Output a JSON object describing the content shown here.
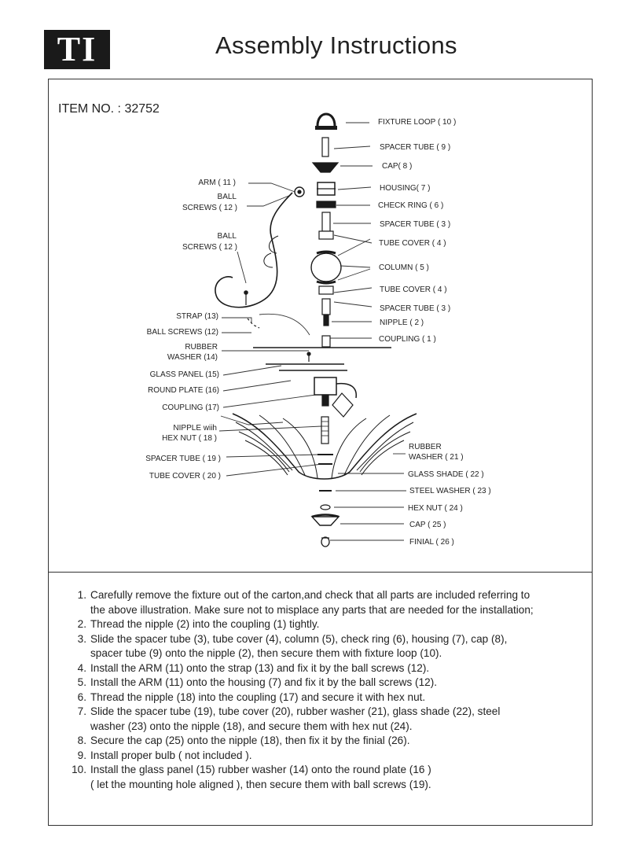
{
  "header": {
    "logo_text": "TI",
    "title": "Assembly  Instructions"
  },
  "item_no": "ITEM NO. :  32752",
  "parts": [
    {
      "label": "FIXTURE  LOOP  ( 10 )"
    },
    {
      "label": "SPACER TUBE  ( 9 )"
    },
    {
      "label": "CAP( 8 )"
    },
    {
      "label": "HOUSING( 7 )"
    },
    {
      "label": "CHECK RING ( 6 )"
    },
    {
      "label": "SPACER TUBE  ( 3 )"
    },
    {
      "label": "TUBE COVER ( 4 )"
    },
    {
      "label": "COLUMN ( 5 )"
    },
    {
      "label": "TUBE COVER ( 4 )"
    },
    {
      "label": "SPACER TUBE  ( 3 )"
    },
    {
      "label": "NIPPLE  ( 2 )"
    },
    {
      "label": "COUPLING  ( 1 )"
    },
    {
      "label": "ARM ( 11 )"
    },
    {
      "label": "BALL"
    },
    {
      "label": "SCREWS ( 12 )"
    },
    {
      "label": "BALL"
    },
    {
      "label": "SCREWS ( 12 )"
    },
    {
      "label": "STRAP (13)"
    },
    {
      "label": "BALL  SCREWS (12)"
    },
    {
      "label": "RUBBER"
    },
    {
      "label": "WASHER (14)"
    },
    {
      "label": "GLASS PANEL (15)"
    },
    {
      "label": "ROUND PLATE (16)"
    },
    {
      "label": "COUPLING (17)"
    },
    {
      "label": "NIPPLE  wiih"
    },
    {
      "label": "HEX NUT ( 18 )"
    },
    {
      "label": "SPACER TUBE ( 19 )"
    },
    {
      "label": "TUBE COVER ( 20 )"
    },
    {
      "label": "RUBBER"
    },
    {
      "label": "WASHER ( 21 )"
    },
    {
      "label": "GLASS SHADE  ( 22 )"
    },
    {
      "label": "STEEL WASHER ( 23 )"
    },
    {
      "label": "HEX NUT  ( 24 )"
    },
    {
      "label": "CAP  ( 25 )"
    },
    {
      "label": "FINIAL ( 26 )"
    }
  ],
  "instructions": [
    {
      "num": "1.",
      "text": "Carefully remove the fixture out of the carton,and check that all parts are included referring to",
      "cont": "the above illustration. Make sure not to misplace any parts that are needed for the installation;"
    },
    {
      "num": "2.",
      "text": "Thread the nipple (2) into the coupling (1) tightly.",
      "cont": ""
    },
    {
      "num": "3.",
      "text": "Slide the spacer tube (3), tube cover (4), column (5), check ring (6), housing (7), cap (8),",
      "cont": "spacer tube (9) onto the nipple (2), then secure them with fixture loop (10)."
    },
    {
      "num": "4.",
      "text": "Install the ARM (11) onto the strap (13) and fix it by the ball screws (12).",
      "cont": ""
    },
    {
      "num": "5.",
      "text": "Install the ARM (11) onto the housing (7) and fix it by the ball screws (12).",
      "cont": ""
    },
    {
      "num": "6.",
      "text": "Thread the nipple (18) into the coupling (17) and secure it with hex nut.",
      "cont": ""
    },
    {
      "num": "7.",
      "text": "Slide the spacer tube (19), tube cover (20), rubber washer (21), glass shade (22), steel",
      "cont": "washer (23) onto the nipple (18), and secure them with hex nut  (24)."
    },
    {
      "num": "8.",
      "text": "Secure the cap (25) onto the nipple (18), then fix it by the finial (26).",
      "cont": ""
    },
    {
      "num": "9.",
      "text": "Install proper bulb ( not included ).",
      "cont": ""
    },
    {
      "num": "10.",
      "text": "Install the glass panel (15) rubber washer (14) onto the round plate (16 )",
      "cont": "( let the mounting hole aligned ), then secure them with ball screws (19)."
    }
  ]
}
